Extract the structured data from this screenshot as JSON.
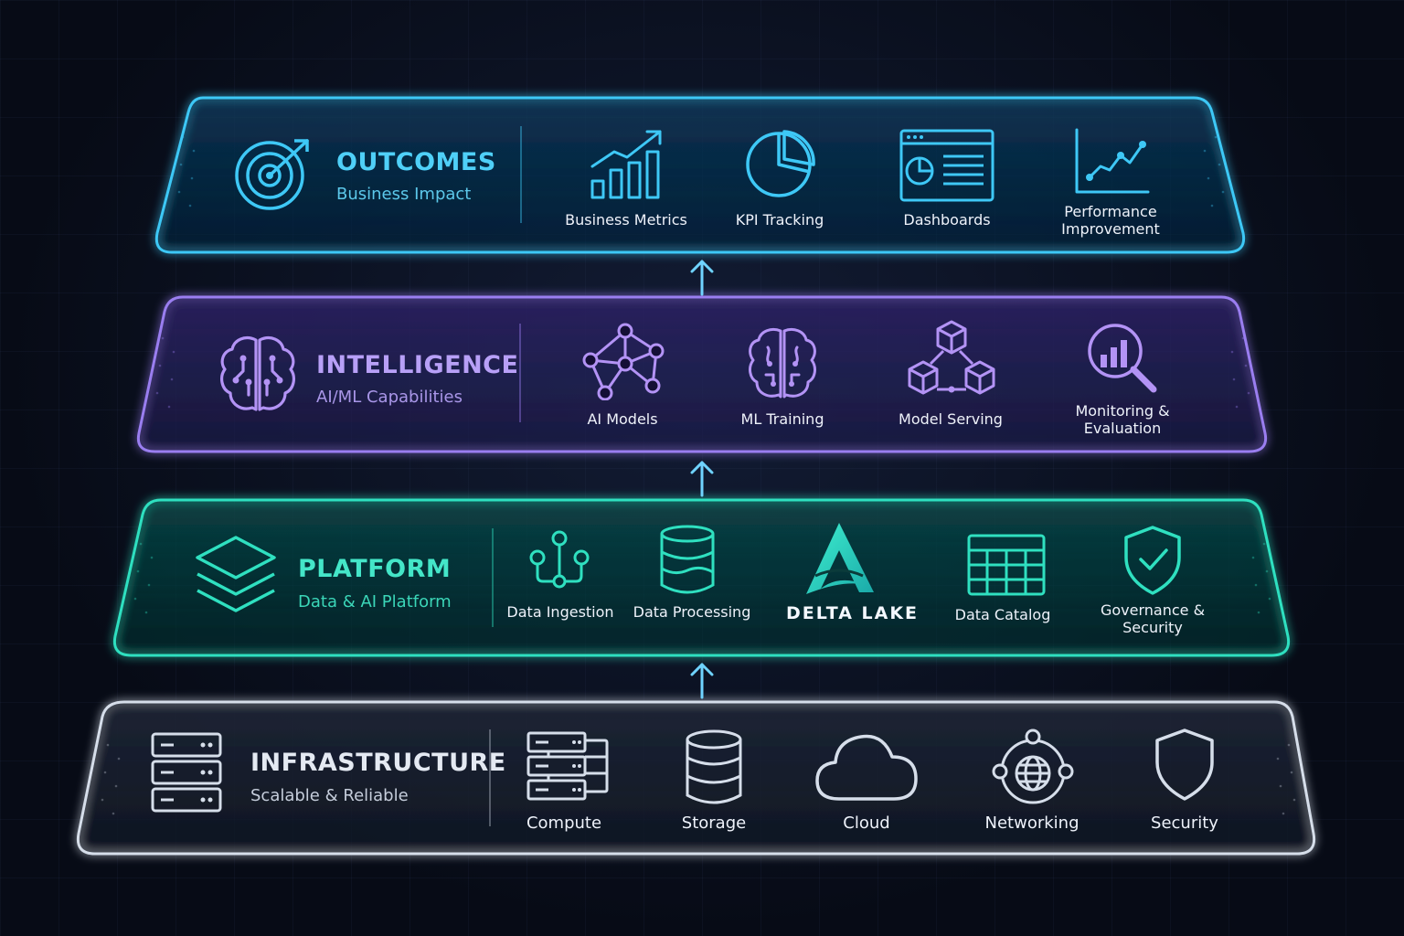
{
  "colors": {
    "outcomes": "#38c6f4",
    "intelligence": "#9a7ef0",
    "platform": "#2fe0c0",
    "infrastructure": "#c9d2e2"
  },
  "outcomes": {
    "title": "OUTCOMES",
    "subtitle": "Business Impact",
    "icon": "target-icon",
    "items": [
      {
        "label": "Business Metrics",
        "icon": "bar-growth-icon"
      },
      {
        "label": "KPI Tracking",
        "icon": "pie-chart-icon"
      },
      {
        "label": "Dashboards",
        "icon": "dashboard-icon"
      },
      {
        "label": "Performance\nImprovement",
        "icon": "line-chart-icon"
      }
    ]
  },
  "intelligence": {
    "title": "INTELLIGENCE",
    "subtitle": "AI/ML Capabilities",
    "icon": "brain-circuit-icon",
    "items": [
      {
        "label": "AI Models",
        "icon": "network-graph-icon"
      },
      {
        "label": "ML Training",
        "icon": "brain-icon"
      },
      {
        "label": "Model Serving",
        "icon": "cubes-icon"
      },
      {
        "label": "Monitoring &\nEvaluation",
        "icon": "magnifier-chart-icon"
      }
    ]
  },
  "platform": {
    "title": "PLATFORM",
    "subtitle": "Data & AI Platform",
    "icon": "layers-icon",
    "items": [
      {
        "label": "Data Ingestion",
        "icon": "pipeline-icon"
      },
      {
        "label": "Data Processing",
        "icon": "database-icon"
      },
      {
        "label": "DELTA LAKE",
        "icon": "delta-lake-logo"
      },
      {
        "label": "Data Catalog",
        "icon": "table-grid-icon"
      },
      {
        "label": "Governance &\nSecurity",
        "icon": "shield-check-icon"
      }
    ]
  },
  "infrastructure": {
    "title": "INFRASTRUCTURE",
    "subtitle": "Scalable & Reliable",
    "icon": "server-rack-icon",
    "items": [
      {
        "label": "Compute",
        "icon": "servers-icon"
      },
      {
        "label": "Storage",
        "icon": "storage-icon"
      },
      {
        "label": "Cloud",
        "icon": "cloud-icon"
      },
      {
        "label": "Networking",
        "icon": "globe-network-icon"
      },
      {
        "label": "Security",
        "icon": "shield-icon"
      }
    ]
  }
}
